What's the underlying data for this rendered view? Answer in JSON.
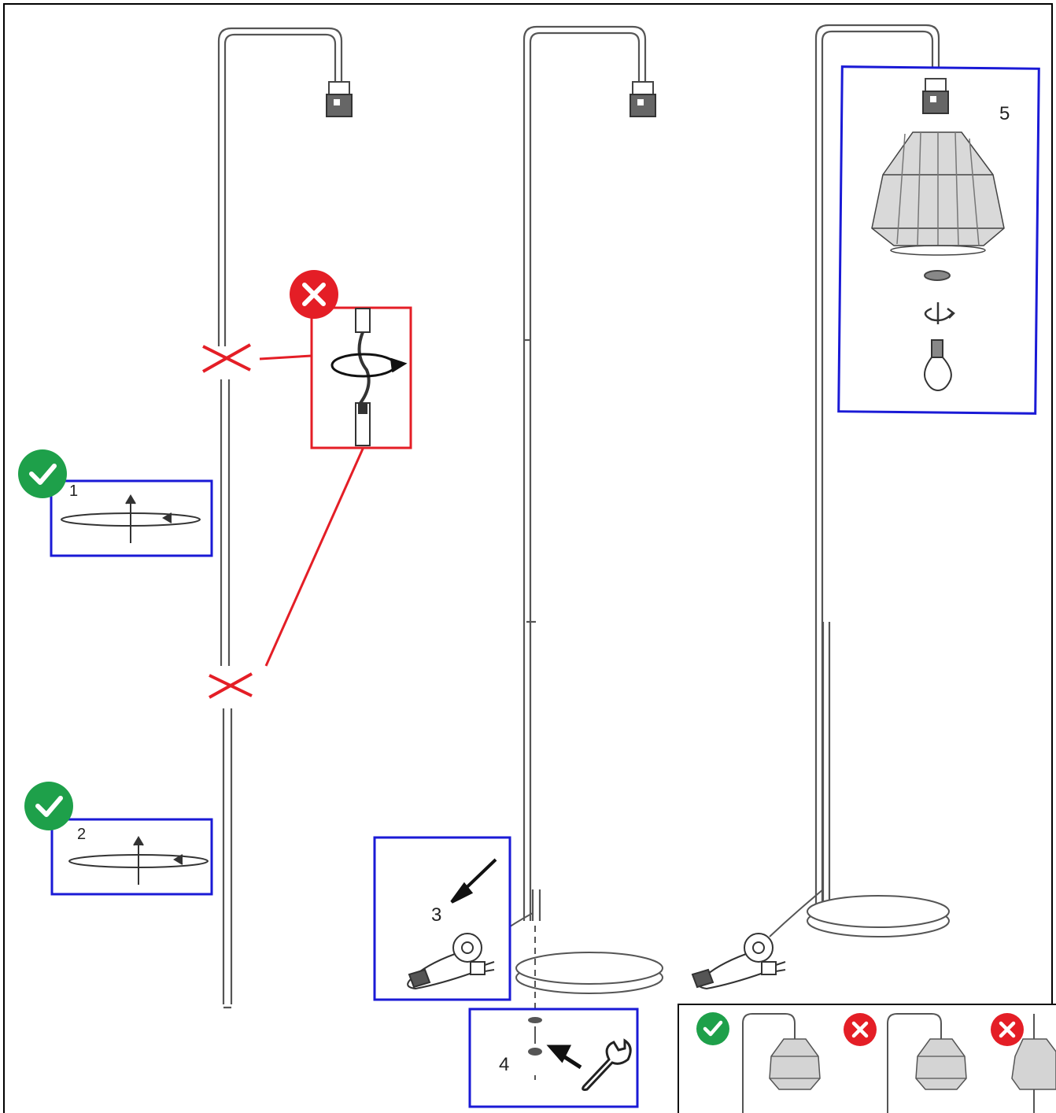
{
  "steps": {
    "step1": "1",
    "step2": "2",
    "step3": "3",
    "step4": "4",
    "step5": "5"
  },
  "colors": {
    "box_blue": "#1a1ad6",
    "warn_red": "#e41e26",
    "ok_green": "#1ea04a",
    "line": "#555555"
  },
  "icons": [
    "check-icon",
    "cross-icon",
    "rotate-arrow-icon",
    "wrench-icon",
    "light-bulb-icon",
    "lamp-shade-icon",
    "plug-icon"
  ]
}
